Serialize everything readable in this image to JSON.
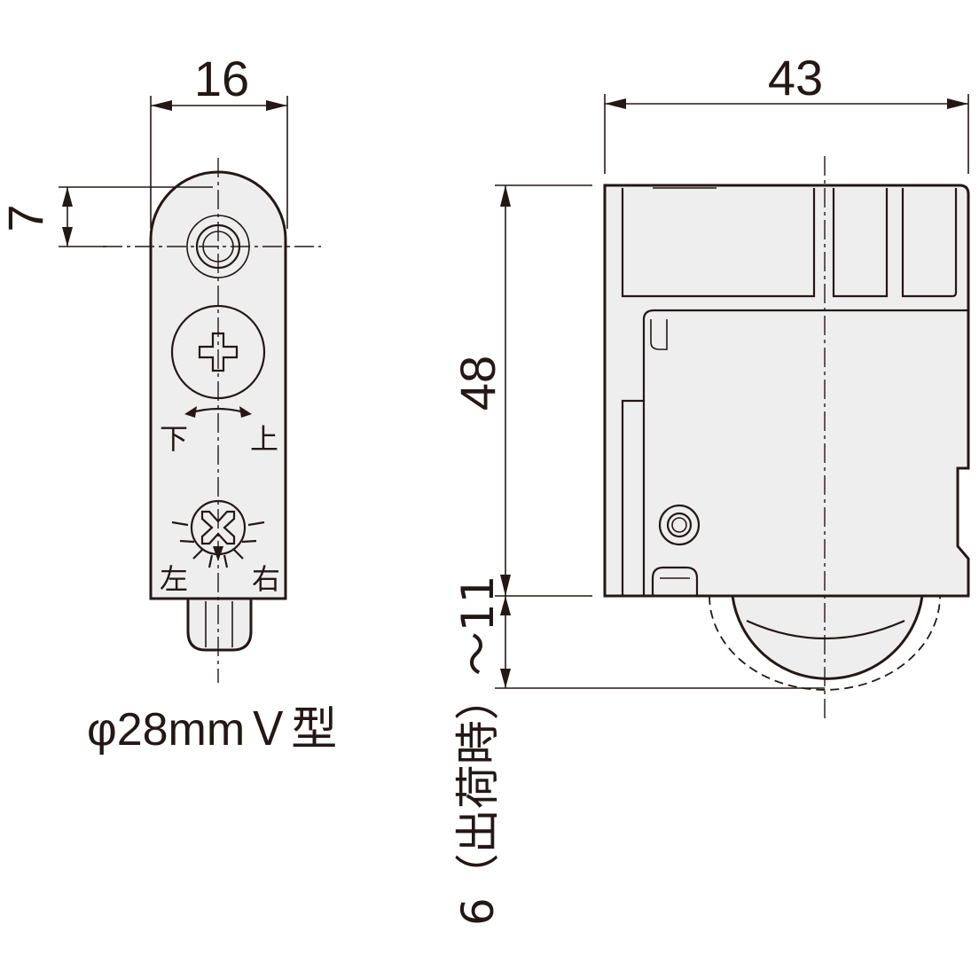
{
  "dimensions": {
    "width_front": "16",
    "width_side": "43",
    "hole_offset": "7",
    "height": "48",
    "wheel_protrusion": "6（出荷時）～11"
  },
  "labels": {
    "down": "下",
    "up": "上",
    "left": "左",
    "right": "右",
    "model": "φ28mmＶ型"
  }
}
